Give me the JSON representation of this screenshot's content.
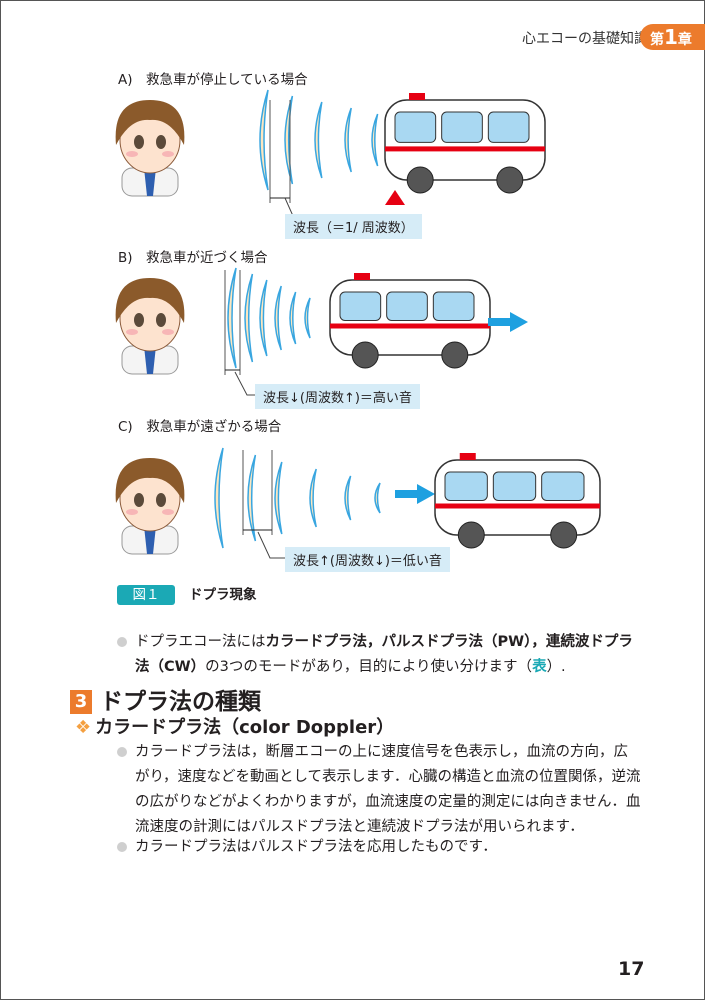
{
  "header": {
    "section_title": "心エコーの基礎知識",
    "chapter_prefix": "第",
    "chapter_number": "1",
    "chapter_suffix": "章"
  },
  "figure": {
    "panels": [
      {
        "label": "A)　救急車が停止している場合",
        "wavelength_label": "波長（＝1/ 周波数）"
      },
      {
        "label": "B)　救急車が近づく場合",
        "wavelength_label": "波長↓(周波数↑)＝高い音"
      },
      {
        "label": "C)　救急車が遠ざかる場合",
        "wavelength_label": "波長↑(周波数↓)＝低い音"
      }
    ],
    "badge": "図１",
    "caption": "ドプラ現象"
  },
  "intro_bullet": {
    "t1": "ドプラエコー法には",
    "b1": "カラードプラ法，パルスドプラ法（PW），連続波ドプラ法（CW）",
    "t2": "の3つのモードがあり，目的により使い分けます（",
    "link": "表",
    "t3": "）."
  },
  "section": {
    "number": "3",
    "title": "ドプラ法の種類"
  },
  "subsection": {
    "title": "カラードプラ法（color Doppler）"
  },
  "bullets": [
    "カラードプラ法は，断層エコーの上に速度信号を色表示し，血流の方向，広がり，速度などを動画として表示します．心臓の構造と血流の位置関係，逆流の広がりなどがよくわかりますが，血流速度の定量的測定には向きません．血流速度の計測にはパルスドプラ法と連続波ドプラ法が用いられます．",
    "カラードプラ法はパルスドプラ法を応用したものです．"
  ],
  "page_number": "17",
  "colors": {
    "accent": "#ec7b2c",
    "teal": "#1ba9b5",
    "label_bg": "#d6ecf7"
  }
}
